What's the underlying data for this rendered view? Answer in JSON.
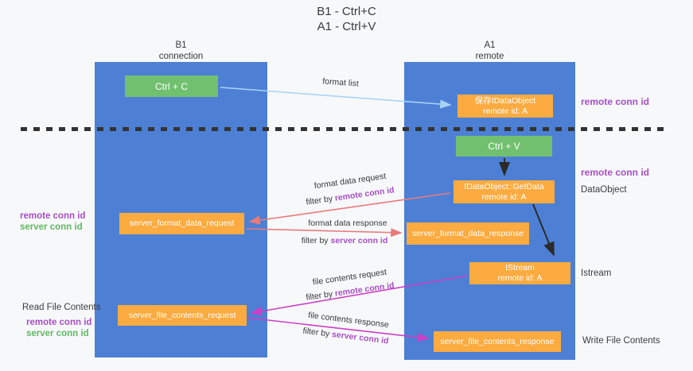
{
  "title": {
    "line1": "B1 - Ctrl+C",
    "line2": "A1 - Ctrl+V"
  },
  "columns": {
    "left": {
      "name": "B1",
      "subtitle": "connection"
    },
    "right": {
      "name": "A1",
      "subtitle": "remote"
    }
  },
  "nodes": {
    "ctrl_c": {
      "label": "Ctrl + C"
    },
    "ctrl_v": {
      "label": "Ctrl + V"
    },
    "save_dataobject": {
      "line1": "保存IDataObject",
      "line2": "remote id: A"
    },
    "getdata": {
      "line1": "IDataObject::GetData",
      "line2": "remote id: A"
    },
    "istream": {
      "line1": "IStream",
      "line2": "remote id: A"
    },
    "format_request": {
      "label": "server_format_data_request"
    },
    "format_response": {
      "label": "server_format_data_response"
    },
    "file_request": {
      "label": "server_file_contents_request"
    },
    "file_response": {
      "label": "server_file_contents_response"
    }
  },
  "edge_labels": {
    "format_list": "format list",
    "format_data_request": "format data request",
    "format_data_response": "format data response",
    "file_contents_request": "file contents request",
    "file_contents_response": "file contents response",
    "filter_by": "filter by ",
    "remote_conn_id": "remote conn id",
    "server_conn_id": "server conn id"
  },
  "side_labels": {
    "right_remote_conn_id_top": "remote conn id",
    "right_remote_conn_id_mid": "remote conn id",
    "dataobject": "DataObject",
    "istream": "Istream",
    "write_file_contents": "Write File Contents",
    "read_file_contents": "Read File Contents",
    "left_remote_conn_id_1": "remote conn id",
    "left_server_conn_id_1": "server conn id",
    "left_remote_conn_id_2": "remote conn id",
    "left_server_conn_id_2": "server conn id"
  },
  "colors": {
    "background": "#f7f8fa",
    "column_blue": "#4d80d5",
    "box_green": "#71c06f",
    "box_orange": "#fbab40",
    "arrow_light_blue": "#a9d3f5",
    "arrow_red": "#e87a7a",
    "arrow_magenta": "#cb3fc6",
    "arrow_black": "#2b2b2b",
    "purple_text": "#a74fc6",
    "green_text": "#61b861",
    "text_dark": "#3c3c3c"
  }
}
